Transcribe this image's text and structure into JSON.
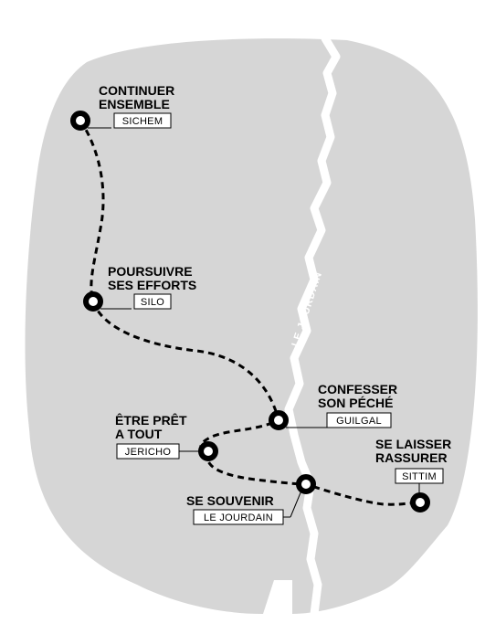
{
  "colors": {
    "land": "#d6d6d6",
    "river": "#ffffff",
    "route": "#000000",
    "text": "#000000"
  },
  "river": {
    "label": "LE JOURDAIN"
  },
  "stops": [
    {
      "id": "sichem",
      "title": [
        "CONTINUER",
        "ENSEMBLE"
      ],
      "place": "SICHEM"
    },
    {
      "id": "silo",
      "title": [
        "POURSUIVRE",
        "SES EFFORTS"
      ],
      "place": "SILO"
    },
    {
      "id": "guilgal",
      "title": [
        "CONFESSER",
        "SON PÉCHÉ"
      ],
      "place": "GUILGAL"
    },
    {
      "id": "jericho",
      "title": [
        "ÊTRE PRÊT",
        "A TOUT"
      ],
      "place": "JERICHO"
    },
    {
      "id": "jourdain",
      "title": [
        "SE SOUVENIR"
      ],
      "place": "LE JOURDAIN"
    },
    {
      "id": "sittim",
      "title": [
        "SE LAISSER",
        "RASSURER"
      ],
      "place": "SITTIM"
    }
  ]
}
